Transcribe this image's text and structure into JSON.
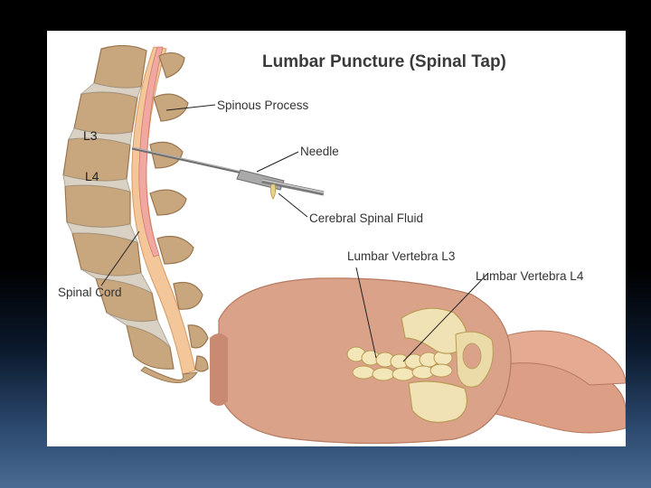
{
  "title": "Lumbar Puncture (Spinal Tap)",
  "labels": {
    "spinous_process": "Spinous Process",
    "needle": "Needle",
    "csf": "Cerebral Spinal Fluid",
    "spinal_cord": "Spinal Cord",
    "lumbar_l3": "Lumbar Vertebra L3",
    "lumbar_l4": "Lumbar Vertebra L4",
    "l3": "L3",
    "l4": "L4"
  }
}
